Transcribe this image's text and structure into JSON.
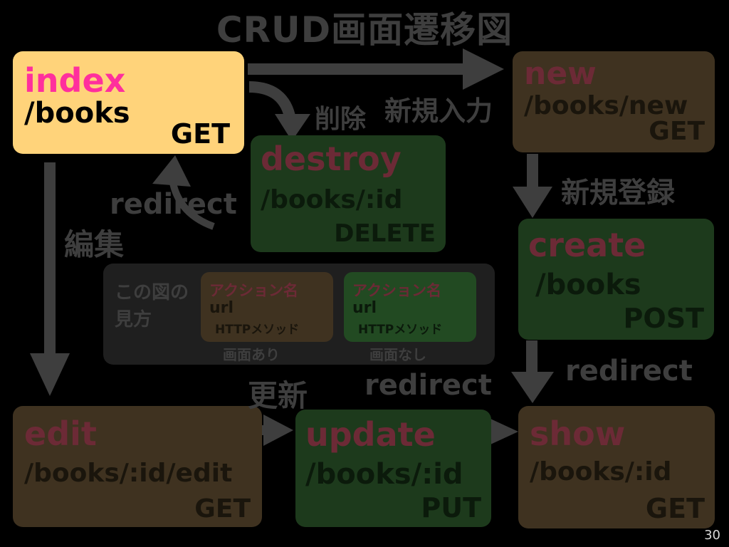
{
  "title": "CRUD画面遷移図",
  "actions": {
    "index": {
      "name": "index",
      "url": "/books",
      "method": "GET"
    },
    "new": {
      "name": "new",
      "url": "/books/new",
      "method": "GET"
    },
    "destroy": {
      "name": "destroy",
      "url": "/books/:id",
      "method": "DELETE"
    },
    "create": {
      "name": "create",
      "url": "/books",
      "method": "POST"
    },
    "edit": {
      "name": "edit",
      "url": "/books/:id/edit",
      "method": "GET"
    },
    "update": {
      "name": "update",
      "url": "/books/:id",
      "method": "PUT"
    },
    "show": {
      "name": "show",
      "url": "/books/:id",
      "method": "GET"
    }
  },
  "labels": {
    "delete": "削除",
    "new_input": "新規入力",
    "new_register": "新規登録",
    "edit": "編集",
    "update": "更新",
    "redirect": "redirect"
  },
  "legend": {
    "howto": "この図の見方",
    "cards": [
      {
        "name": "アクション名",
        "url": "url",
        "method": "HTTPメソッド",
        "caption": "画面あり"
      },
      {
        "name": "アクション名",
        "url": "url",
        "method": "HTTPメソッド",
        "caption": "画面なし"
      }
    ]
  },
  "page_number": "30",
  "colors": {
    "background": "#000000",
    "index_box": "#ffd37a",
    "index_name": "#ff2f9d",
    "screen_box": "#3f3220",
    "no_screen_box": "#1d3a1c",
    "action_name": "#6c2a36",
    "label_gray": "#3e3e3e"
  }
}
